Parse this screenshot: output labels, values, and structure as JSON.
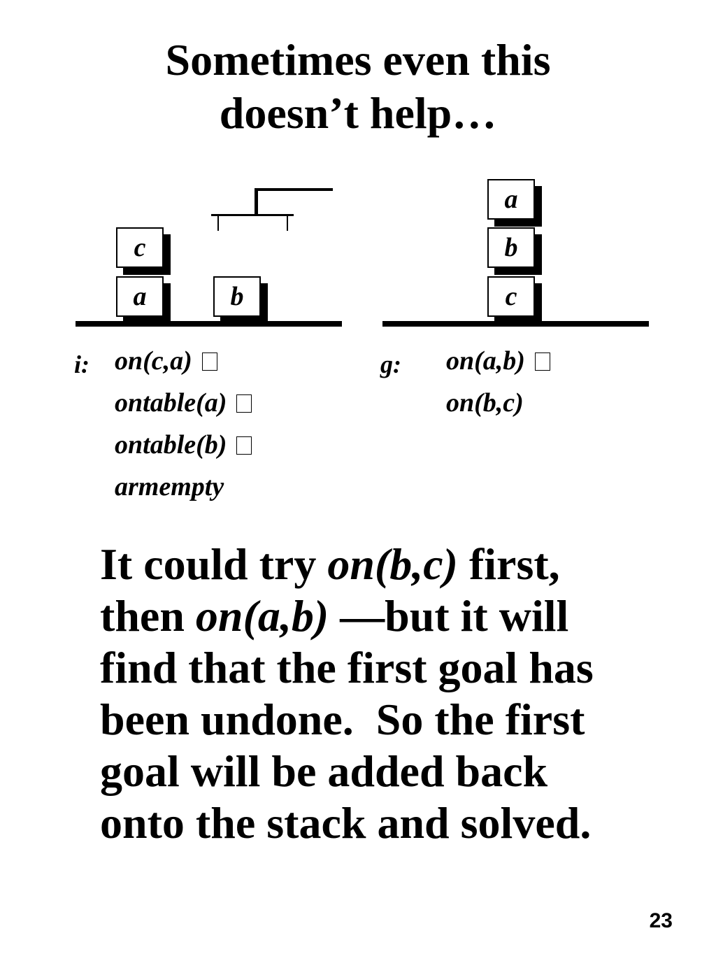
{
  "title": {
    "line1": "Sometimes even this",
    "line2": "doesn’t help…"
  },
  "initial_state": {
    "label": "i:",
    "blocks": {
      "stack_top": "c",
      "stack_bottom": "a",
      "single": "b"
    },
    "predicates": [
      "on(c,a)",
      "ontable(a)",
      "ontable(b)",
      "armempty"
    ]
  },
  "goal_state": {
    "label": "g:",
    "blocks": {
      "top": "a",
      "middle": "b",
      "bottom": "c"
    },
    "predicates": [
      "on(a,b)",
      "on(b,c)"
    ]
  },
  "body": {
    "l1_pre": "It could try ",
    "l1_em": "on(b,c)",
    "l1_post": " first,",
    "l2_pre": "then ",
    "l2_em": "on(a,b)",
    "l2_post": " —but it will",
    "l3": "find that the first goal has",
    "l4": "been undone.  So the first",
    "l5": "goal will be added back",
    "l6": "onto the stack and solved."
  },
  "page_number": "23"
}
